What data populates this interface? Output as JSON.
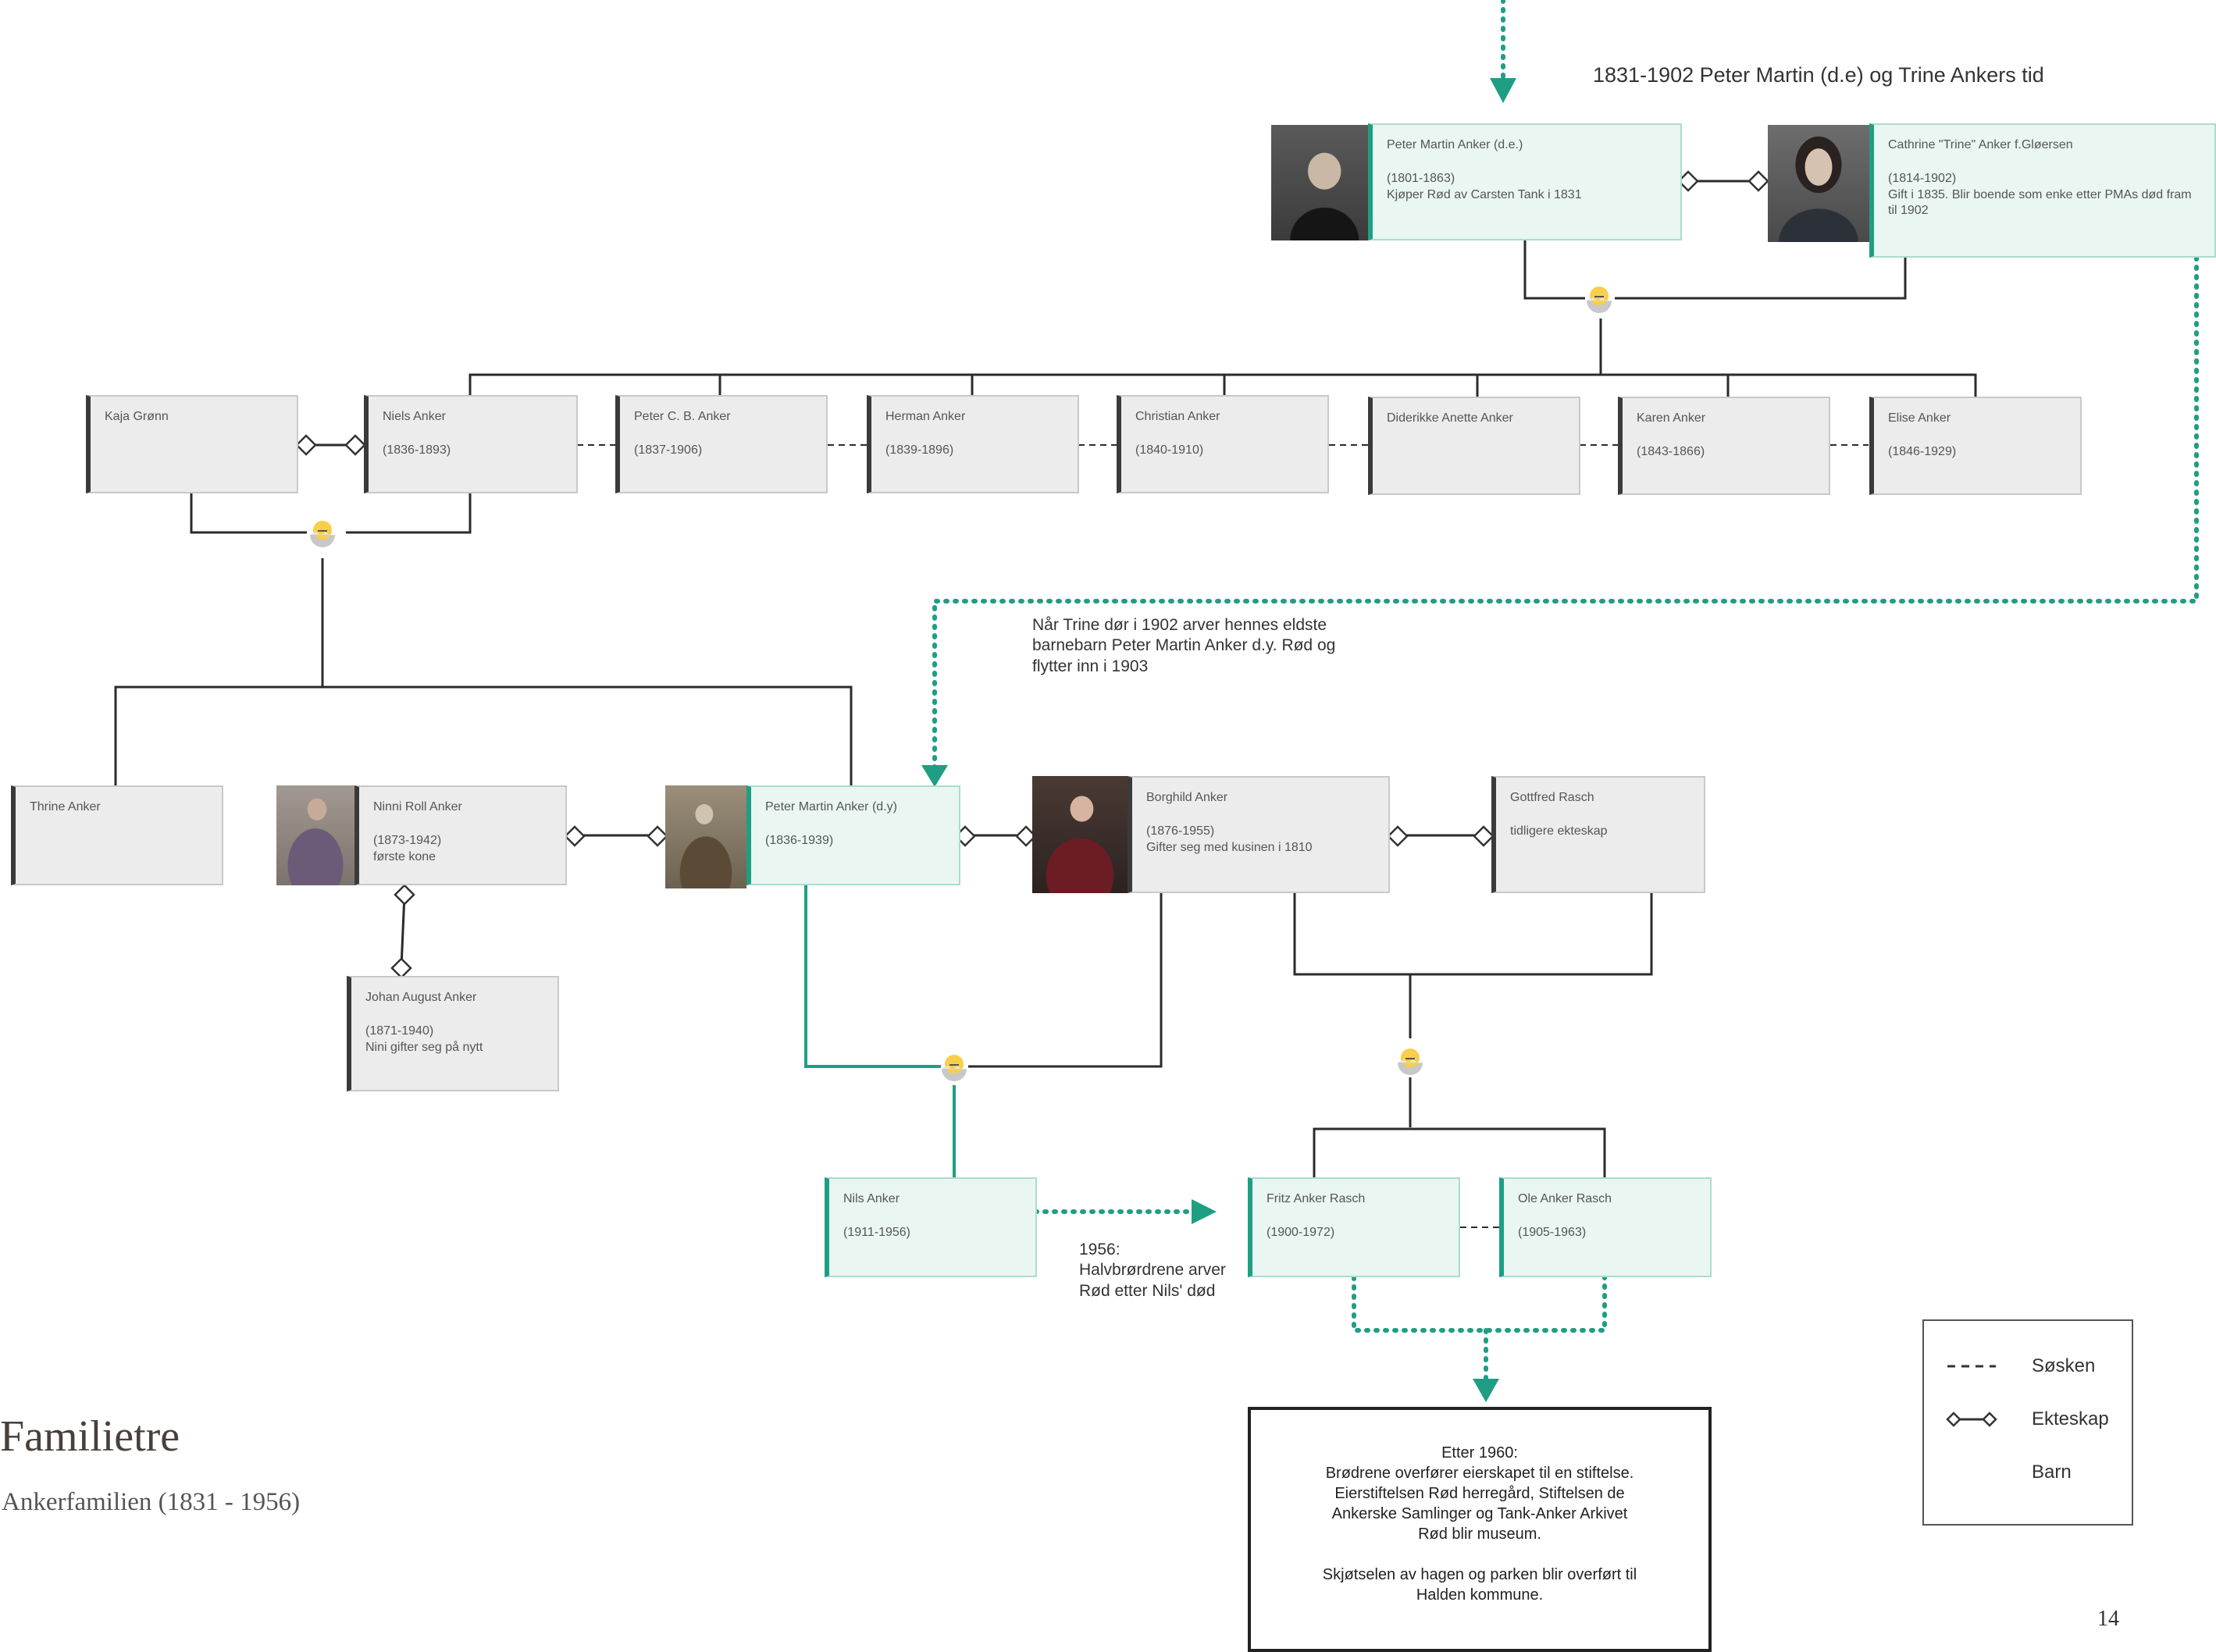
{
  "header": {
    "period_title": "1831-1902 Peter Martin (d.e) og Trine Ankers tid"
  },
  "people": {
    "pma_de": {
      "name": "Peter Martin Anker (d.e.)",
      "info": "(1801-1863)\nKjøper Rød av Carsten Tank i 1831"
    },
    "trine": {
      "name": "Cathrine \"Trine\" Anker f.Gløersen",
      "info": "(1814-1902)\nGift i 1835. Blir boende som enke etter PMAs død fram til 1902"
    },
    "kaja": {
      "name": "Kaja Grønn",
      "info": ""
    },
    "niels": {
      "name": "Niels Anker",
      "info": "(1836-1893)"
    },
    "peter_cb": {
      "name": "Peter C. B. Anker",
      "info": "(1837-1906)"
    },
    "herman": {
      "name": "Herman Anker",
      "info": "(1839-1896)"
    },
    "christian": {
      "name": "Christian Anker",
      "info": "(1840-1910)"
    },
    "diderikke": {
      "name": "Diderikke Anette Anker",
      "info": ""
    },
    "karen": {
      "name": "Karen Anker",
      "info": "(1843-1866)"
    },
    "elise": {
      "name": "Elise Anker",
      "info": "(1846-1929)"
    },
    "thrine": {
      "name": "Thrine Anker",
      "info": ""
    },
    "ninni": {
      "name": "Ninni Roll Anker",
      "info": "(1873-1942)\nførste kone"
    },
    "pma_dy": {
      "name": "Peter Martin Anker (d.y)",
      "info": "(1836-1939)"
    },
    "borghild": {
      "name": "Borghild Anker",
      "info": "(1876-1955)\nGifter seg med kusinen i 1810"
    },
    "gottfred": {
      "name": "Gottfred Rasch",
      "info": "tidligere ekteskap"
    },
    "johan": {
      "name": "Johan August Anker",
      "info": "(1871-1940)\nNini gifter seg på nytt"
    },
    "nils": {
      "name": "Nils Anker",
      "info": "(1911-1956)"
    },
    "fritz": {
      "name": "Fritz Anker Rasch",
      "info": "(1900-1972)"
    },
    "ole": {
      "name": "Ole Anker Rasch",
      "info": "(1905-1963)"
    }
  },
  "notes": {
    "trine_death": "Når Trine dør i 1902 arver hennes eldste\nbarnebarn Peter Martin Anker d.y. Rød og\nflytter inn i 1903",
    "inheritance_1956": "1956:\nHalvbrørdrene arver\nRød etter Nils' død"
  },
  "final_box": {
    "title": "Etter 1960:",
    "paragraph1": "Brødrene overfører eierskapet til en stiftelse.\nEierstiftelsen Rød herregård, Stiftelsen de\nAnkerske Samlinger og Tank-Anker Arkivet\nRød blir museum.",
    "paragraph2": "Skjøtselen av hagen og parken blir overført til\nHalden kommune."
  },
  "legend": {
    "siblings": "Søsken",
    "marriage": "Ekteskap",
    "child": "Barn"
  },
  "page": {
    "title": "Familietre",
    "subtitle": "Ankerfamilien (1831 - 1956)",
    "number": "14"
  },
  "colors": {
    "accent": "#1f9e83",
    "card": "#ececec",
    "card_teal": "#e9f6f2",
    "line": "#2b2b2b"
  }
}
